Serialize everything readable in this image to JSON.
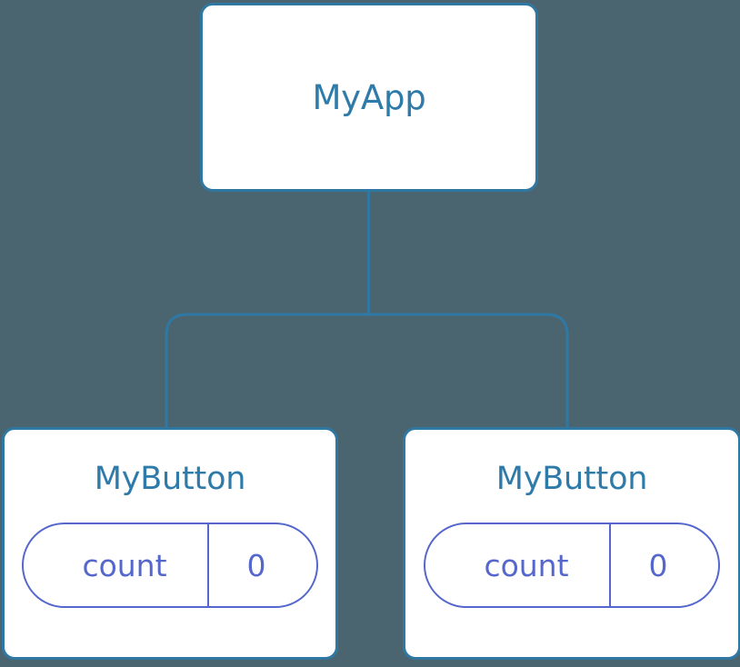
{
  "diagram": {
    "title": "component-tree",
    "background_color": "#4b6570",
    "node_border_color": "#2f78a4",
    "node_fill_color": "#ffffff",
    "node_label_color": "#2e7ba9",
    "edge_color": "#2f78a4",
    "state_pill_color": "#5566cc"
  },
  "root": {
    "label": "MyApp"
  },
  "children": [
    {
      "label": "MyButton",
      "state": {
        "key": "count",
        "value": "0"
      }
    },
    {
      "label": "MyButton",
      "state": {
        "key": "count",
        "value": "0"
      }
    }
  ]
}
